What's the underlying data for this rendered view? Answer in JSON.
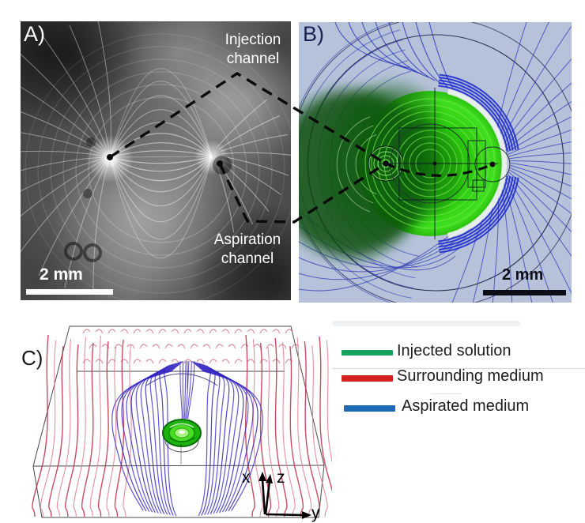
{
  "panels": {
    "a": {
      "label": "A)",
      "injection_label": "Injection channel",
      "aspiration_label": "Aspiration channel",
      "scale_bar": "2 mm"
    },
    "b": {
      "label": "B)",
      "scale_bar": "2 mm"
    },
    "c": {
      "label": "C)",
      "axis_x": "x",
      "axis_y": "y",
      "axis_z": "z"
    }
  },
  "legend": {
    "items": [
      {
        "label": "Injected solution",
        "color": "#18a15e"
      },
      {
        "label": "Surrounding medium",
        "color": "#d51f1f"
      },
      {
        "label": "Aspirated medium",
        "color": "#1d6bb4"
      }
    ]
  },
  "colors": {
    "panel_b_background": "#b6c2d9",
    "injected_green": "#2cc90f",
    "streamline_blue": "#2733b8",
    "surrounding_red": "#c22c4a",
    "aspirated_blue_3d": "#3a2acd"
  }
}
